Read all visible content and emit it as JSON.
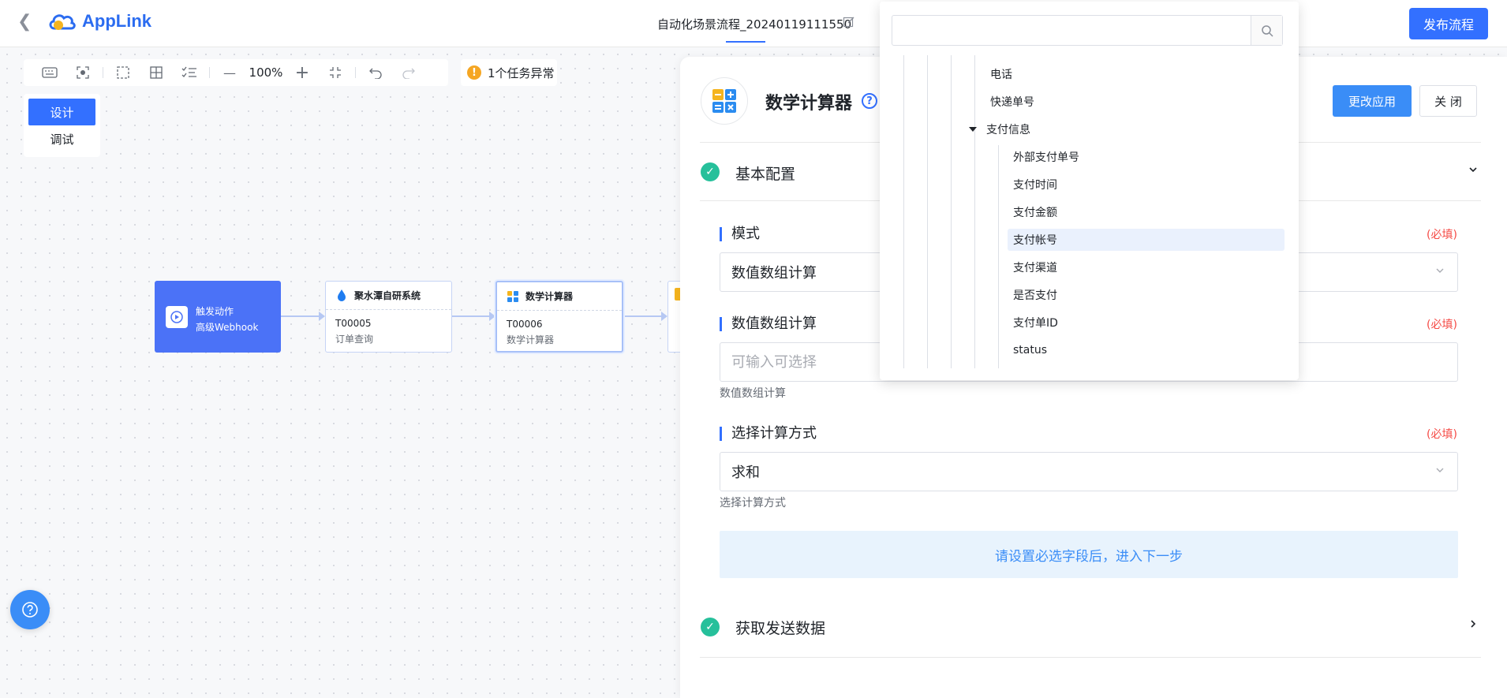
{
  "header": {
    "logo_text": "AppLink",
    "flow_title": "自动化场景流程_20240119111550",
    "publish_label": "发布流程"
  },
  "toolbar": {
    "zoom": "100%",
    "warning_text": "1个任务异常"
  },
  "mode": {
    "design": "设计",
    "debug": "调试"
  },
  "nodes": {
    "trigger": {
      "title": "触发动作",
      "subtitle": "高级Webhook"
    },
    "a": {
      "title": "聚水潭自研系统",
      "code": "T00005",
      "sub": "订单查询"
    },
    "b": {
      "title": "数学计算器",
      "code": "T00006",
      "sub": "数学计算器"
    }
  },
  "panel": {
    "title": "数学计算器",
    "update_label": "更改应用",
    "close_label": "关 闭",
    "section1": "基本配置",
    "section2": "获取发送数据",
    "required": "(必填)",
    "field_mode": {
      "label": "模式",
      "value": "数值数组计算"
    },
    "field_array": {
      "label": "数值数组计算",
      "placeholder": "可输入可选择",
      "hint": "数值数组计算"
    },
    "field_method": {
      "label": "选择计算方式",
      "value": "求和",
      "hint": "选择计算方式"
    },
    "notice": "请设置必选字段后，进入下一步"
  },
  "tree": {
    "items": [
      {
        "label": "电话",
        "level": 3
      },
      {
        "label": "快递单号",
        "level": 3
      },
      {
        "label": "支付信息",
        "level": 3,
        "expanded": true
      },
      {
        "label": "外部支付单号",
        "level": 4
      },
      {
        "label": "支付时间",
        "level": 4
      },
      {
        "label": "支付金额",
        "level": 4
      },
      {
        "label": "支付帐号",
        "level": 4,
        "selected": true
      },
      {
        "label": "支付渠道",
        "level": 4
      },
      {
        "label": "是否支付",
        "level": 4
      },
      {
        "label": "支付单ID",
        "level": 4
      },
      {
        "label": "status",
        "level": 4
      }
    ]
  },
  "colors": {
    "primary": "#3370ff",
    "success": "#26c09b",
    "required": "#f54a45",
    "warning": "#f5a623"
  }
}
